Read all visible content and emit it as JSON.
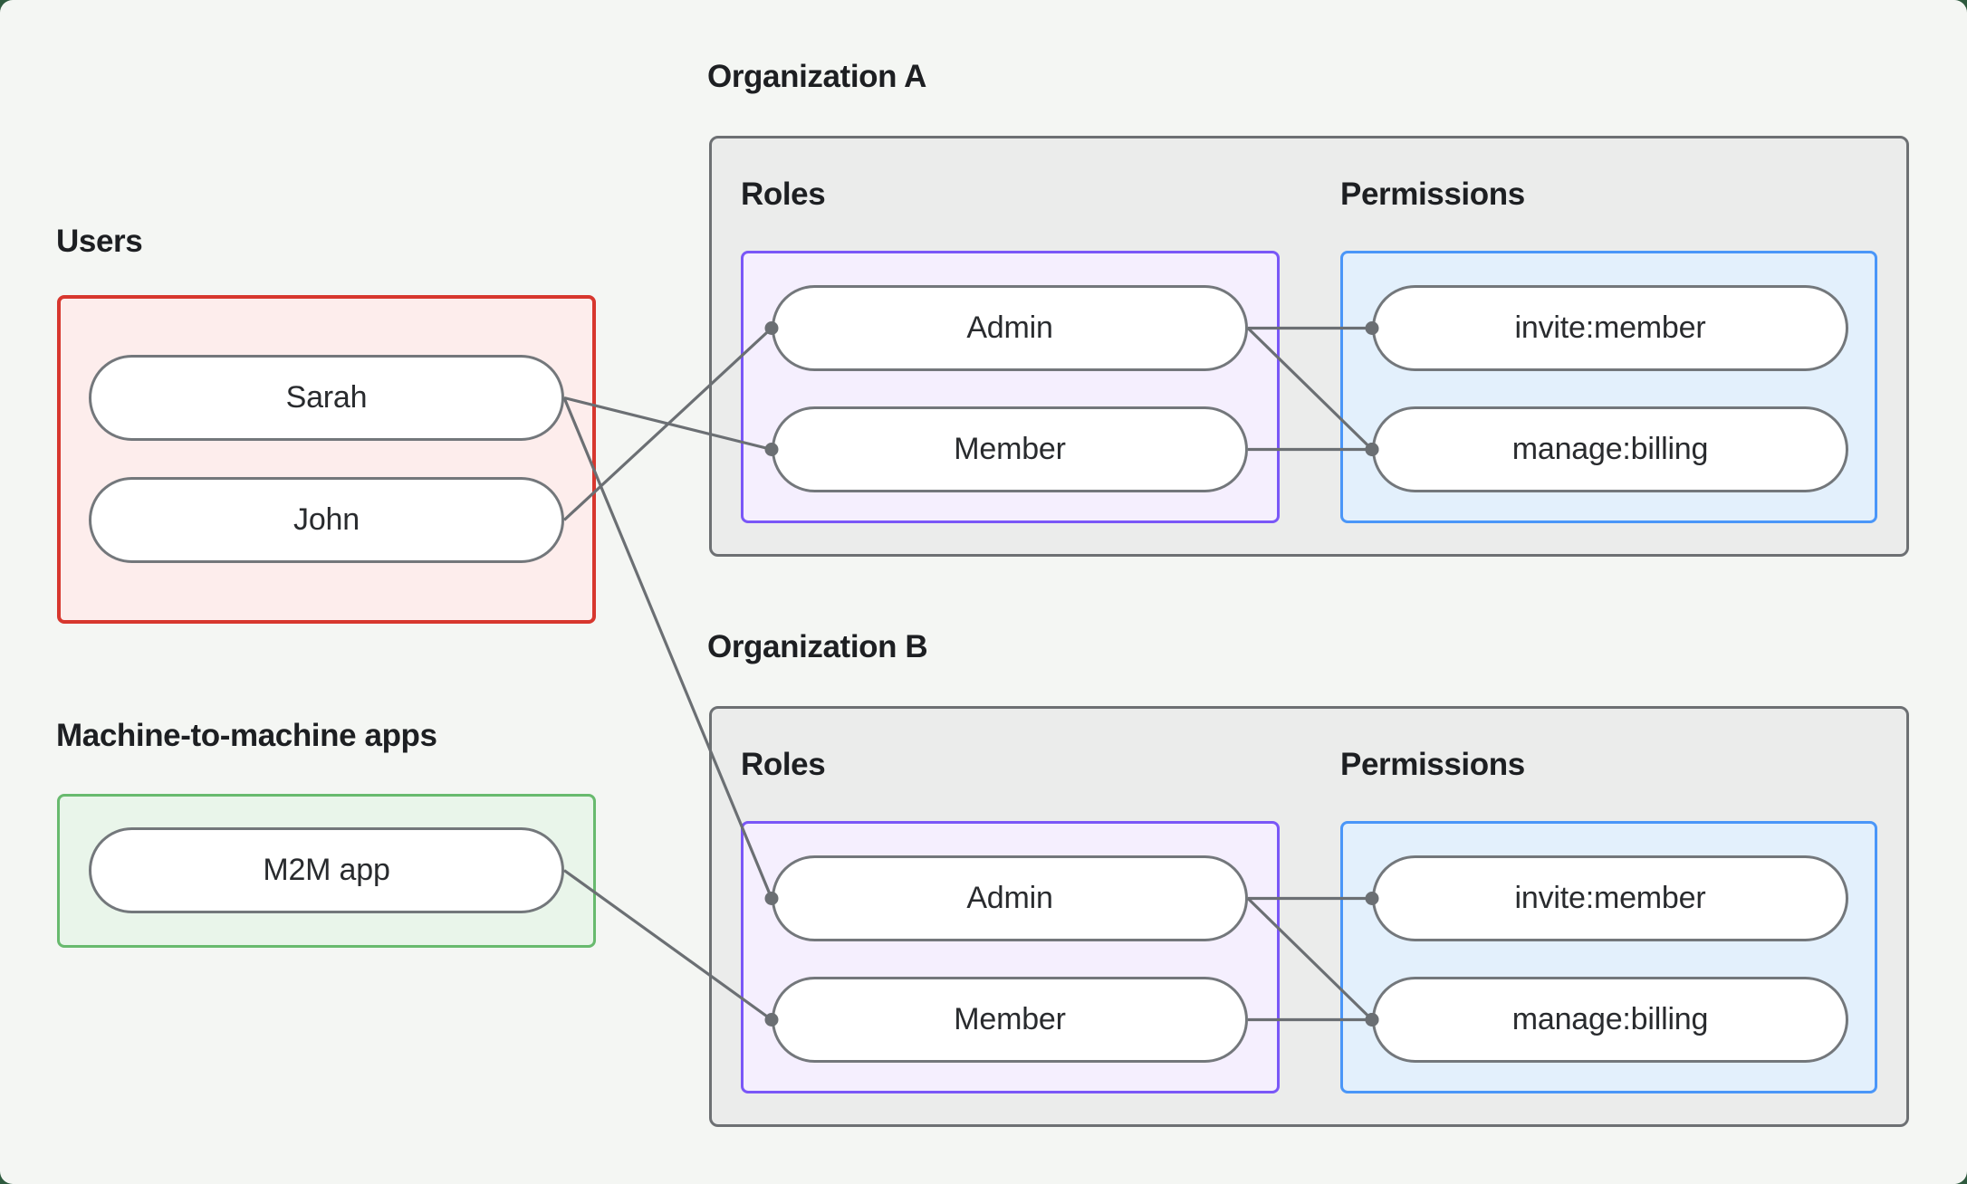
{
  "users": {
    "label": "Users",
    "items": [
      {
        "id": "users.sarah",
        "label": "Sarah"
      },
      {
        "id": "users.john",
        "label": "John"
      }
    ]
  },
  "m2m": {
    "label": "Machine-to-machine apps",
    "items": [
      {
        "id": "m2m.app",
        "label": "M2M app"
      }
    ]
  },
  "organizations": [
    {
      "id": "orgA",
      "label": "Organization A",
      "roles": {
        "label": "Roles",
        "items": [
          {
            "id": "orgA.roles.admin",
            "label": "Admin"
          },
          {
            "id": "orgA.roles.member",
            "label": "Member"
          }
        ]
      },
      "permissions": {
        "label": "Permissions",
        "items": [
          {
            "id": "orgA.perms.invite",
            "label": "invite:member"
          },
          {
            "id": "orgA.perms.manage",
            "label": "manage:billing"
          }
        ]
      }
    },
    {
      "id": "orgB",
      "label": "Organization B",
      "roles": {
        "label": "Roles",
        "items": [
          {
            "id": "orgB.roles.admin",
            "label": "Admin"
          },
          {
            "id": "orgB.roles.member",
            "label": "Member"
          }
        ]
      },
      "permissions": {
        "label": "Permissions",
        "items": [
          {
            "id": "orgB.perms.invite",
            "label": "invite:member"
          },
          {
            "id": "orgB.perms.manage",
            "label": "manage:billing"
          }
        ]
      }
    }
  ],
  "edges": [
    {
      "from": "users.sarah",
      "to": "orgA.roles.member"
    },
    {
      "from": "users.sarah",
      "to": "orgB.roles.admin"
    },
    {
      "from": "users.john",
      "to": "orgA.roles.admin"
    },
    {
      "from": "m2m.app",
      "to": "orgB.roles.member"
    },
    {
      "from": "orgA.roles.admin",
      "to": "orgA.perms.invite"
    },
    {
      "from": "orgA.roles.admin",
      "to": "orgA.perms.manage"
    },
    {
      "from": "orgA.roles.member",
      "to": "orgA.perms.manage"
    },
    {
      "from": "orgB.roles.admin",
      "to": "orgB.perms.invite"
    },
    {
      "from": "orgB.roles.admin",
      "to": "orgB.perms.manage"
    },
    {
      "from": "orgB.roles.member",
      "to": "orgB.perms.manage"
    }
  ],
  "colors": {
    "page_outside": "#2e5a3e",
    "canvas_bg": "#f4f6f3",
    "users_border": "#d7372e",
    "users_fill": "#fdedec",
    "m2m_border": "#68ba6e",
    "m2m_fill": "#e9f5ea",
    "org_border": "#6d7073",
    "org_fill": "#ebeceb",
    "roles_border": "#7a57f7",
    "roles_fill": "#f5effe",
    "permissions_border": "#4a96f8",
    "permissions_fill": "#e3f0fc",
    "pill_border": "#73777b",
    "pill_fill": "#ffffff",
    "connector": "#6b6f73",
    "text": "#1d1f22"
  }
}
